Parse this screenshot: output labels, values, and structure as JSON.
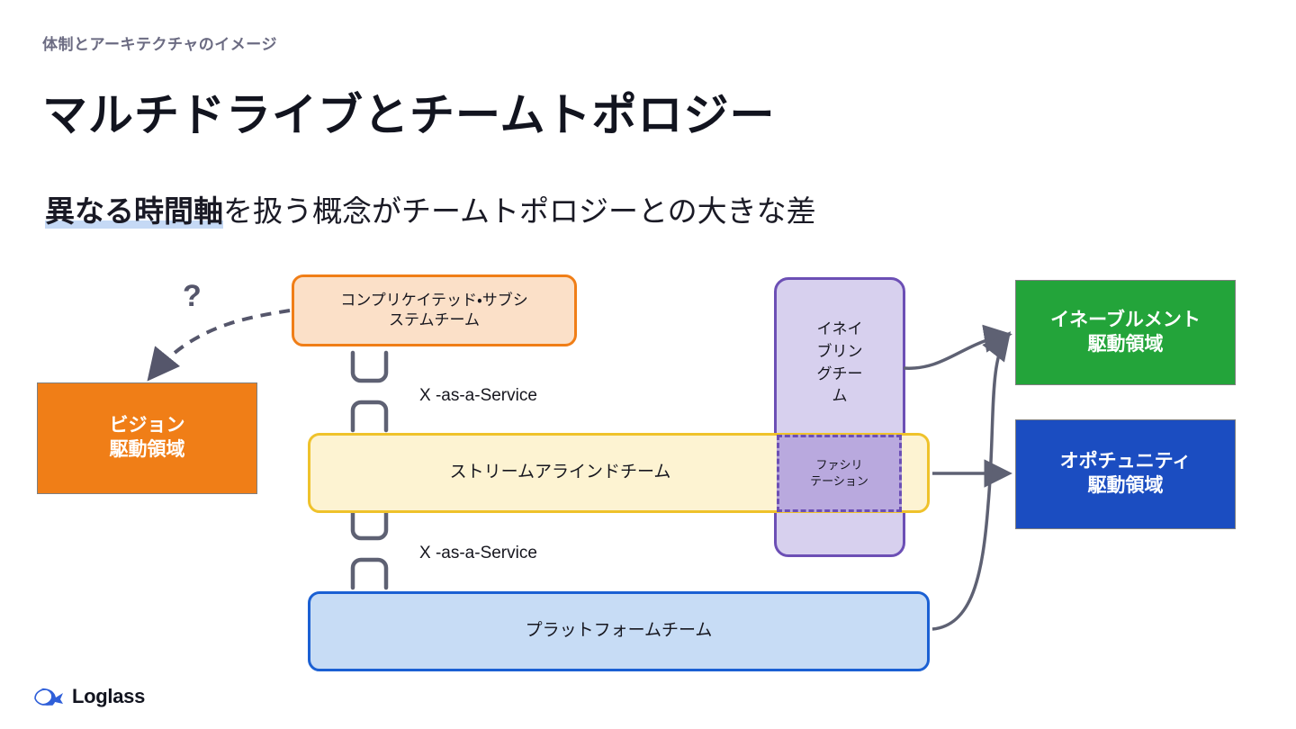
{
  "header": {
    "eyebrow": "体制とアーキテクチャのイメージ",
    "title": "マルチドライブとチームトポロジー",
    "subtitle_highlight": "異なる時間軸",
    "subtitle_rest": "を扱う概念がチームトポロジーとの大きな差"
  },
  "diagram": {
    "question_mark": "?",
    "boxes": {
      "vision": {
        "label": "ビジョン\n駆動領域",
        "line1": "ビジョン",
        "line2": "駆動領域",
        "fill": "#F07E17",
        "text_color": "#FFFFFF"
      },
      "complicated_subsystem": {
        "line1": "コンプリケイテッド・サブシ",
        "line2": "ステムチーム",
        "fill": "#FBE0C8",
        "border": "#F07E17"
      },
      "stream_aligned": {
        "label": "ストリームアラインドチーム",
        "fill": "#FDF3D2",
        "border": "#EFC22B"
      },
      "platform": {
        "label": "プラットフォームチーム",
        "fill": "#C7DCF5",
        "border": "#1B60D3"
      },
      "enabling": {
        "label": "イネイブリングチーム",
        "fill": "#D7D0EE",
        "border": "#6C4FB5"
      },
      "facilitation": {
        "line1": "ファシリ",
        "line2": "テーション",
        "fill": "#B9A9DE",
        "border": "#6C4FB5"
      },
      "enablement_domain": {
        "line1": "イネーブルメント",
        "line2": "駆動領域",
        "fill": "#23A43A",
        "text_color": "#FFFFFF"
      },
      "opportunity_domain": {
        "line1": "オポチュニティ",
        "line2": "駆動領域",
        "fill": "#1B4DC1",
        "text_color": "#FFFFFF"
      }
    },
    "connectors": {
      "xaas_top": "X -as-a-Service",
      "xaas_bottom": "X -as-a-Service",
      "line_color": "#5E6173",
      "dashed_color": "#55566b"
    }
  },
  "footer": {
    "brand": "Loglass",
    "brand_color": "#2F5FD9"
  }
}
